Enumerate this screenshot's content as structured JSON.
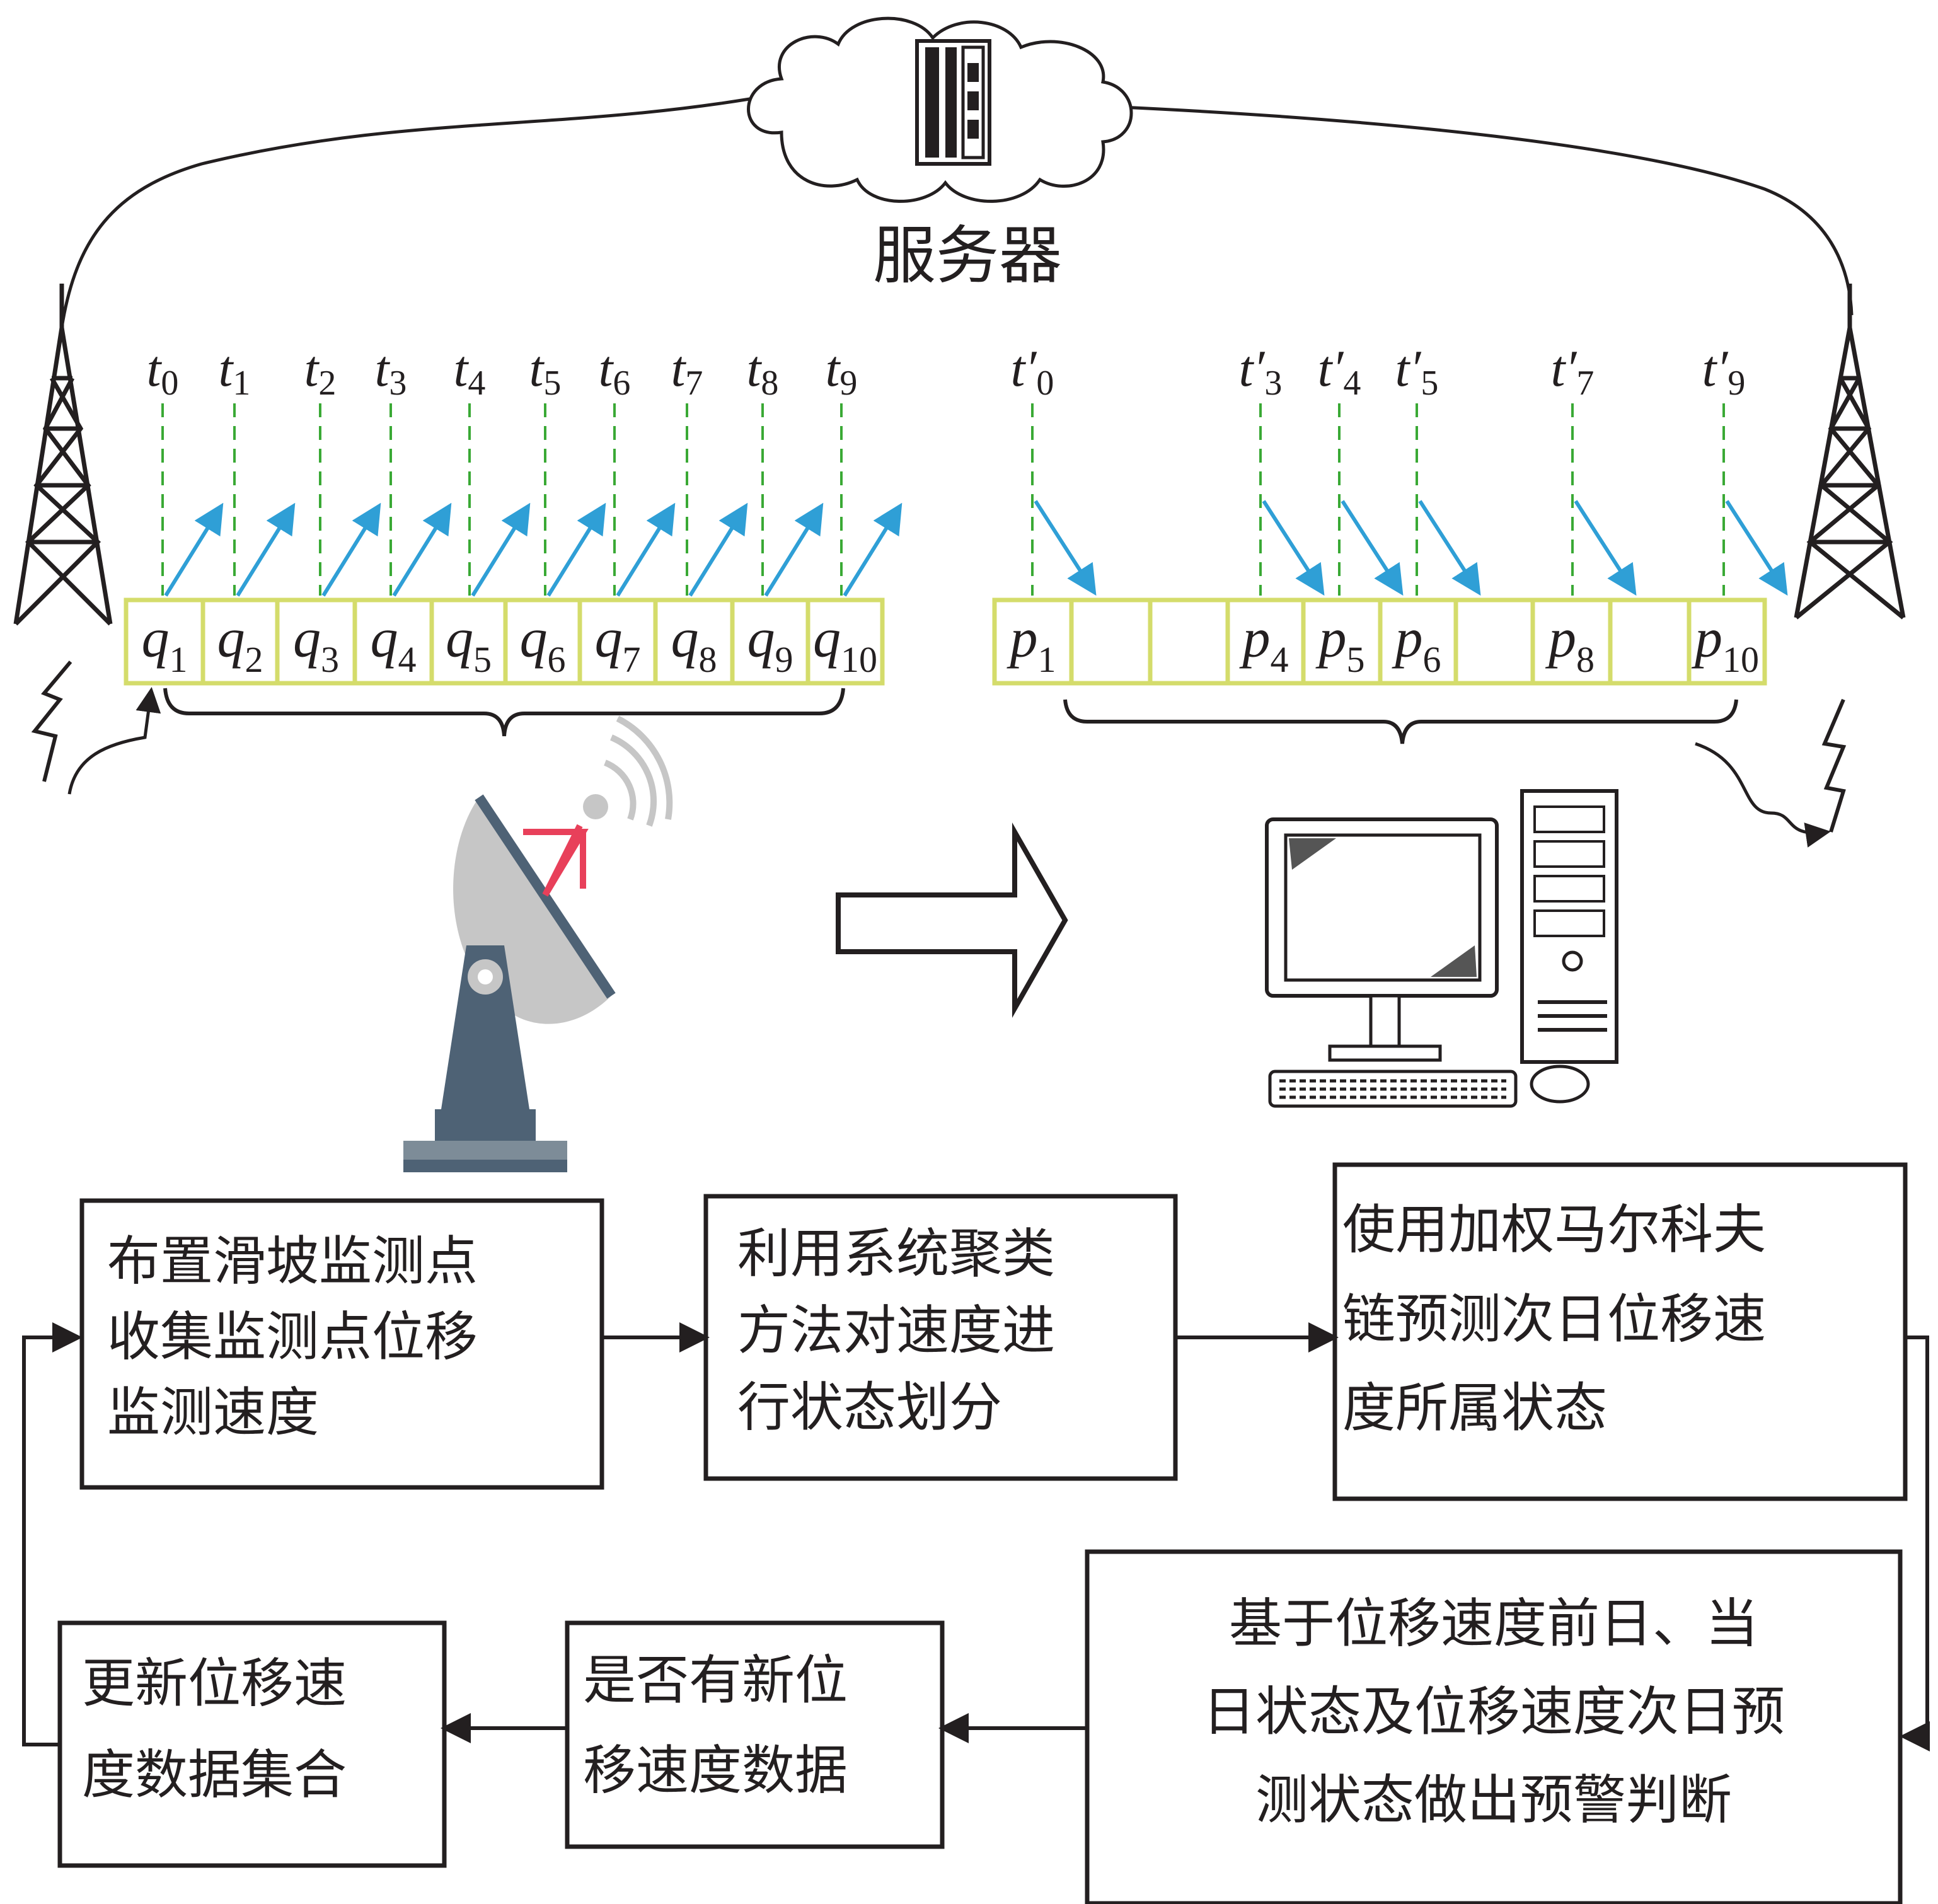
{
  "server": {
    "label": "服务器"
  },
  "time_labels_left": [
    {
      "sym": "t",
      "sub": "0"
    },
    {
      "sym": "t",
      "sub": "1"
    },
    {
      "sym": "t",
      "sub": "2"
    },
    {
      "sym": "t",
      "sub": "3"
    },
    {
      "sym": "t",
      "sub": "4"
    },
    {
      "sym": "t",
      "sub": "5"
    },
    {
      "sym": "t",
      "sub": "6"
    },
    {
      "sym": "t",
      "sub": "7"
    },
    {
      "sym": "t",
      "sub": "8"
    },
    {
      "sym": "t",
      "sub": "9"
    }
  ],
  "time_labels_right": [
    {
      "sym": "t′",
      "sub": "0"
    },
    {
      "sym": "t′",
      "sub": "3"
    },
    {
      "sym": "t′",
      "sub": "4"
    },
    {
      "sym": "t′",
      "sub": "5"
    },
    {
      "sym": "t′",
      "sub": "7"
    },
    {
      "sym": "t′",
      "sub": "9"
    }
  ],
  "cells_left": [
    {
      "sym": "q",
      "sub": "1"
    },
    {
      "sym": "q",
      "sub": "2"
    },
    {
      "sym": "q",
      "sub": "3"
    },
    {
      "sym": "q",
      "sub": "4"
    },
    {
      "sym": "q",
      "sub": "5"
    },
    {
      "sym": "q",
      "sub": "6"
    },
    {
      "sym": "q",
      "sub": "7"
    },
    {
      "sym": "q",
      "sub": "8"
    },
    {
      "sym": "q",
      "sub": "9"
    },
    {
      "sym": "q",
      "sub": "10"
    }
  ],
  "cells_right": [
    {
      "sym": "p",
      "sub": "1"
    },
    {
      "sym": "",
      "sub": ""
    },
    {
      "sym": "",
      "sub": ""
    },
    {
      "sym": "p",
      "sub": "4"
    },
    {
      "sym": "p",
      "sub": "5"
    },
    {
      "sym": "p",
      "sub": "6"
    },
    {
      "sym": "",
      "sub": ""
    },
    {
      "sym": "p",
      "sub": "8"
    },
    {
      "sym": "",
      "sub": ""
    },
    {
      "sym": "p",
      "sub": "10"
    }
  ],
  "flow_boxes": [
    {
      "id": "deploy",
      "lines": [
        "布置滑坡监测点",
        "收集监测点位移",
        "监测速度"
      ]
    },
    {
      "id": "cluster",
      "lines": [
        "利用系统聚类",
        "方法对速度进",
        "行状态划分"
      ]
    },
    {
      "id": "markov",
      "lines": [
        "使用加权马尔科夫",
        "链预测次日位移速",
        "度所属状态"
      ]
    },
    {
      "id": "warning",
      "lines": [
        "基于位移速度前日、当",
        "日状态及位移速度次日预",
        "测状态做出预警判断"
      ]
    },
    {
      "id": "check",
      "lines": [
        "是否有新位",
        "移速度数据"
      ]
    },
    {
      "id": "update",
      "lines": [
        "更新位移速",
        "度数据集合"
      ]
    }
  ],
  "colors": {
    "cell_border": "#d4dc6b",
    "dashed_line": "#3aa935",
    "blue_arrow": "#2f9fd6",
    "red_frame": "#e8405a",
    "antenna_gray": "#c6c6c6",
    "stand_dark": "#4e6275",
    "stroke": "#231f20"
  }
}
